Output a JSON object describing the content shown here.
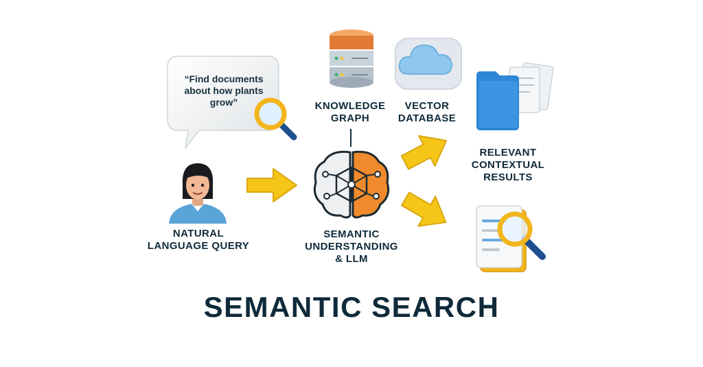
{
  "diagram": {
    "title": "SEMANTIC SEARCH",
    "query_text": "“Find documents\nabout how plants\ngrow”",
    "nodes": {
      "user": "NATURAL\nLANGUAGE QUERY",
      "knowledge_graph": "KNOWLEDGE\nGRAPH",
      "vector_db": "VECTOR\nDATABASE",
      "semantic": "SEMANTIC\nUNDERSTANDING\n& LLM",
      "results": "RELEVANT\nCONTEXTUAL\nRESULTS"
    }
  },
  "colors": {
    "text": "#0f2a3a",
    "arrow": "#f5c518",
    "brain_left": "#e9ecef",
    "brain_right": "#f08a2c",
    "cloud": "#8fc8ee",
    "folder": "#2e86d6",
    "magnifier": "#f2b51c"
  },
  "icons": [
    "speech-bubble-icon",
    "magnifier-icon",
    "user-avatar-icon",
    "arrow-right-icon",
    "brain-network-icon",
    "database-server-icon",
    "cloud-icon",
    "documents-folder-icon",
    "document-search-icon"
  ]
}
